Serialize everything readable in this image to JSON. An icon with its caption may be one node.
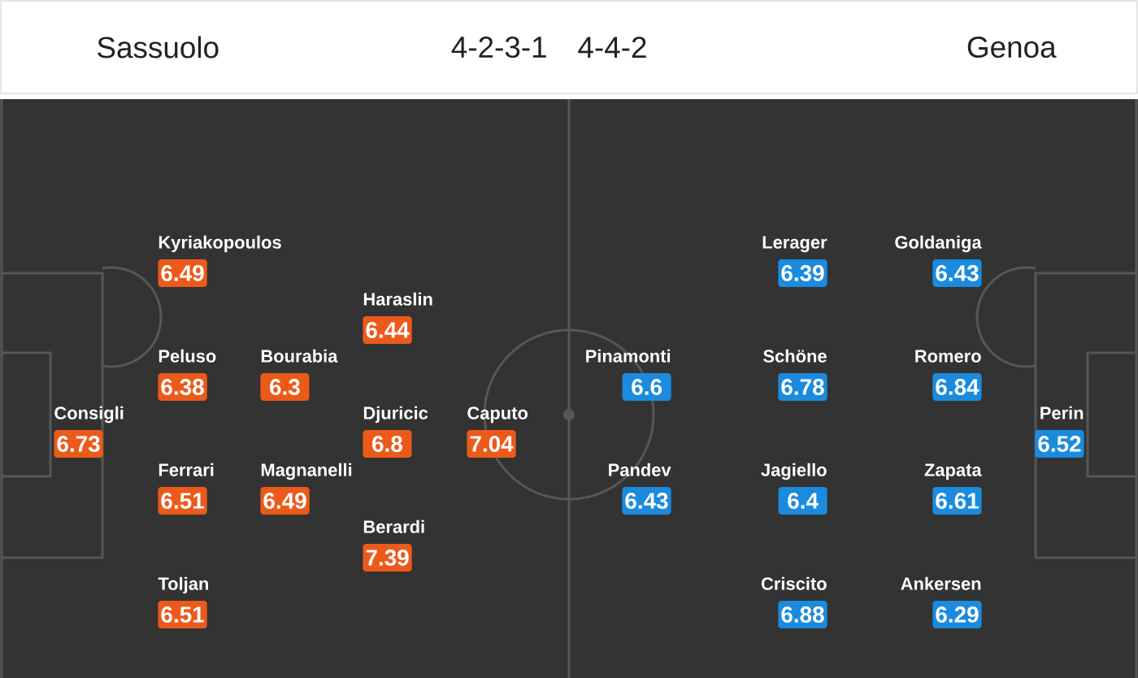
{
  "diagram": {
    "nodes": [
      {
        "text": [
          "Consigli",
          "6.73"
        ]
      },
      {
        "text": [
          "Kyriakopoulos",
          "6.49"
        ]
      },
      {
        "text": [
          "Peluso",
          "6.38"
        ]
      },
      {
        "text": [
          "Ferrari",
          "6.51"
        ]
      },
      {
        "text": [
          "Toljan",
          "6.51"
        ]
      },
      {
        "text": [
          "Bourabia",
          "6.3"
        ]
      },
      {
        "text": [
          "Magnanelli",
          "6.49"
        ]
      },
      {
        "text": [
          "Haraslin",
          "6.44"
        ]
      },
      {
        "text": [
          "Djuricic",
          "6.8"
        ]
      },
      {
        "text": [
          "Berardi",
          "7.39"
        ]
      },
      {
        "text": [
          "Caputo",
          "7.04"
        ]
      },
      {
        "text": [
          "Pinamonti",
          "6.6"
        ]
      },
      {
        "text": [
          "Pandev",
          "6.43"
        ]
      },
      {
        "text": [
          "Lerager",
          "6.39"
        ]
      },
      {
        "text": [
          "Schöne",
          "6.78"
        ]
      },
      {
        "text": [
          "Jagiello",
          "6.4"
        ]
      },
      {
        "text": [
          "Criscito",
          "6.88"
        ]
      },
      {
        "text": [
          "Goldaniga",
          "6.43"
        ]
      },
      {
        "text": [
          "Romero",
          "6.84"
        ]
      },
      {
        "text": [
          "Zapata",
          "6.61"
        ]
      },
      {
        "text": [
          "Ankersen",
          "6.29"
        ]
      },
      {
        "text": [
          "Perin",
          "6.52"
        ]
      }
    ],
    "labels": [
      "Sassuolo",
      "4-2-3-1",
      "4-4-2",
      "Genoa"
    ]
  }
}
